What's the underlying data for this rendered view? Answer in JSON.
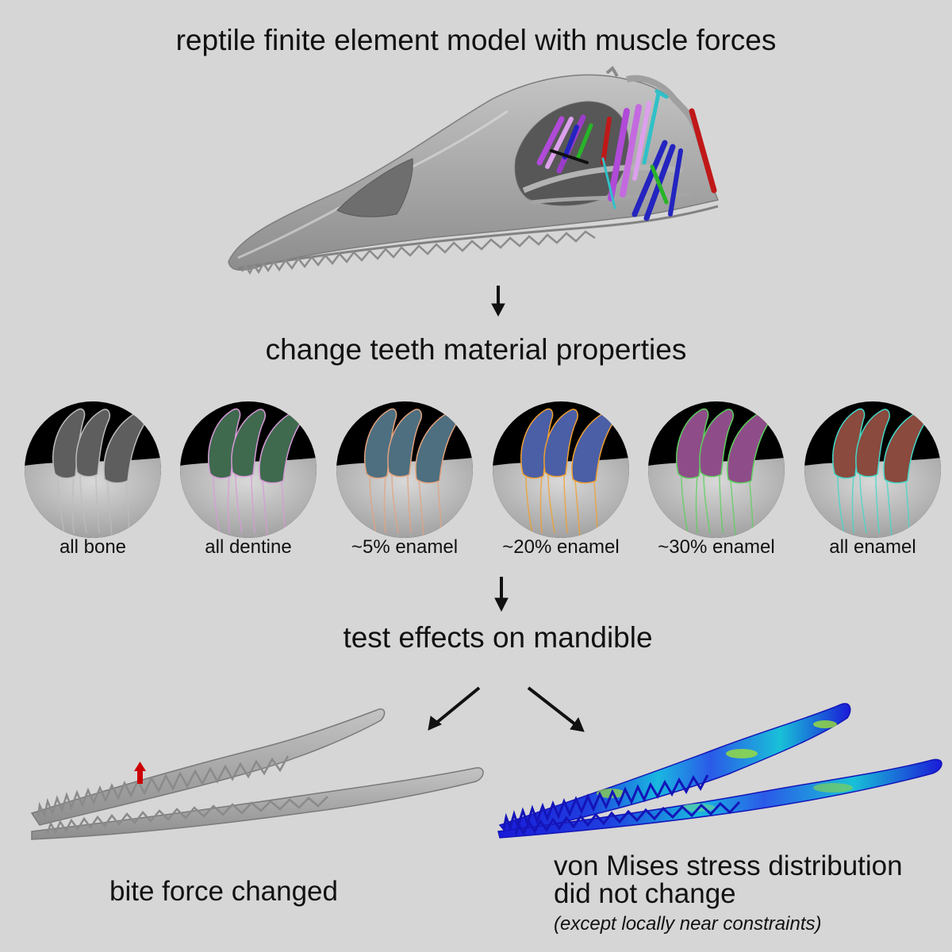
{
  "title": "reptile finite element model with muscle forces",
  "step2": "change teeth material properties",
  "step3": "test effects on mandible",
  "variants": [
    {
      "label": "all bone",
      "tooth_color": "#5e5e5e",
      "outline_color": "#bdbdbd"
    },
    {
      "label": "all dentine",
      "tooth_color": "#3f6a4e",
      "outline_color": "#d79ad7"
    },
    {
      "label": "~5% enamel",
      "tooth_color": "#4d6f80",
      "outline_color": "#e3a37e"
    },
    {
      "label": "~20% enamel",
      "tooth_color": "#4b5fa6",
      "outline_color": "#f0a030"
    },
    {
      "label": "~30% enamel",
      "tooth_color": "#8e4d88",
      "outline_color": "#5ecf5e"
    },
    {
      "label": "all enamel",
      "tooth_color": "#8a4a3e",
      "outline_color": "#44d8c8"
    }
  ],
  "outcome_left": "bite force changed",
  "outcome_right": "von Mises stress distribution\ndid not change",
  "outcome_right_note": "(except locally near constraints)",
  "colors": {
    "background": "#d6d6d6",
    "bone": "#a9a9a9",
    "force_arrow": "#cc0000",
    "stress_low": "#1a1ad8",
    "stress_mid": "#19b8e0",
    "stress_high": "#9be03a",
    "muscle_colors": [
      "#b04ad8",
      "#2424c0",
      "#c01818",
      "#28b428",
      "#30c0c8",
      "#dca0ec"
    ]
  }
}
